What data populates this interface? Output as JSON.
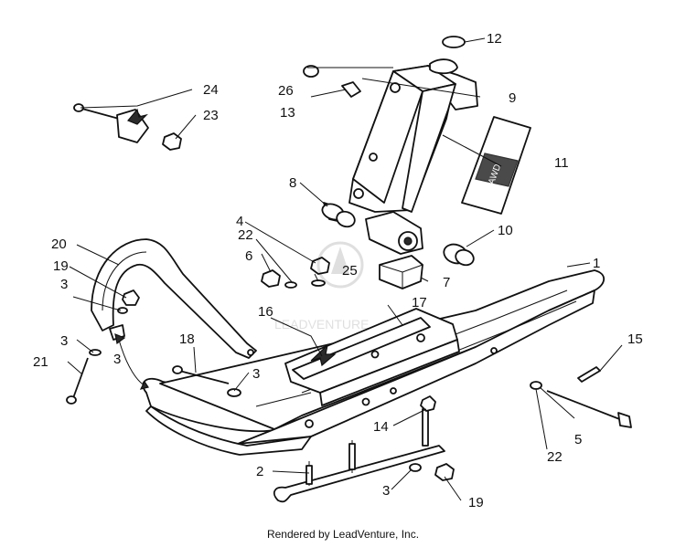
{
  "diagram": {
    "callouts": [
      "1",
      "2",
      "3",
      "3",
      "3",
      "3",
      "3",
      "4",
      "5",
      "6",
      "7",
      "8",
      "9",
      "10",
      "11",
      "12",
      "13",
      "14",
      "15",
      "16",
      "17",
      "18",
      "19",
      "19",
      "20",
      "21",
      "22",
      "22",
      "23",
      "24",
      "25",
      "26"
    ]
  },
  "footer": {
    "text": "Rendered by LeadVenture, Inc."
  }
}
